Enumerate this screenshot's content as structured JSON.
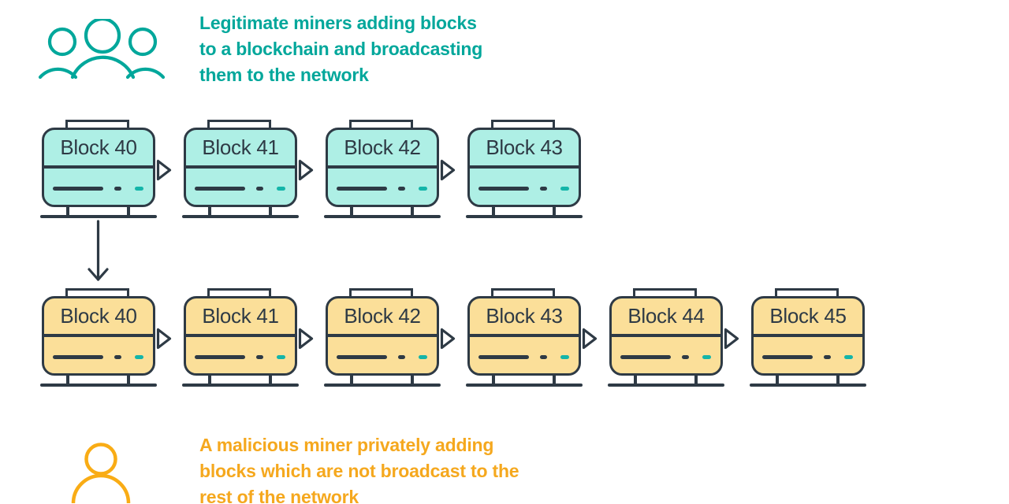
{
  "colors": {
    "dark": "#2E3A45",
    "teal": "#00A79B",
    "teal_fill": "#AEEFE5",
    "teal_accent": "#14B5A9",
    "yellow": "#F5A81E",
    "yellow_icon": "#F9AC15",
    "yellow_fill": "#FBDF99"
  },
  "legend_top": {
    "icon": "miners-group-icon",
    "caption": "Legitimate miners adding blocks\nto a blockchain and broadcasting\nthem to the network"
  },
  "legend_bottom": {
    "icon": "malicious-miner-icon",
    "caption": "A malicious miner privately adding\nblocks which are not broadcast to the\nrest of the network"
  },
  "chains": [
    {
      "name": "public-chain",
      "style": "teal",
      "blocks": [
        {
          "label": "Block 40",
          "arrow_after": true
        },
        {
          "label": "Block 41",
          "arrow_after": true
        },
        {
          "label": "Block 42",
          "arrow_after": true
        },
        {
          "label": "Block 43",
          "arrow_after": false
        }
      ]
    },
    {
      "name": "private-chain",
      "style": "yellow",
      "blocks": [
        {
          "label": "Block 40",
          "arrow_after": true
        },
        {
          "label": "Block 41",
          "arrow_after": true
        },
        {
          "label": "Block 42",
          "arrow_after": true
        },
        {
          "label": "Block 43",
          "arrow_after": true
        },
        {
          "label": "Block 44",
          "arrow_after": true
        },
        {
          "label": "Block 45",
          "arrow_after": false
        }
      ]
    }
  ]
}
